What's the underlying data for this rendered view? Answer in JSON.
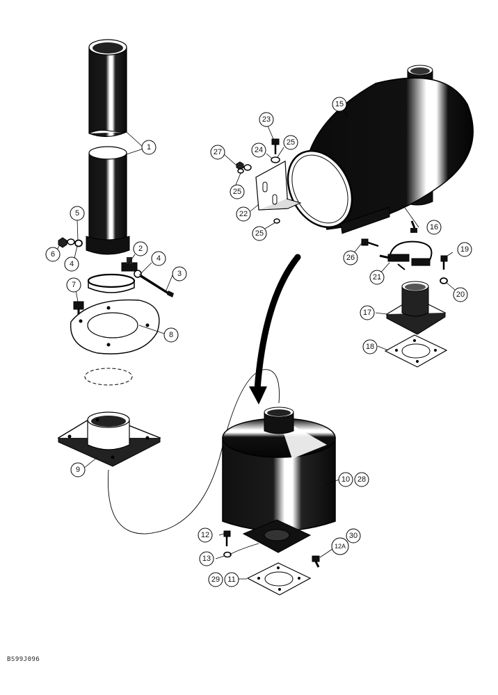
{
  "callouts": [
    {
      "id": "c1",
      "label": "1"
    },
    {
      "id": "c2",
      "label": "2"
    },
    {
      "id": "c3",
      "label": "3"
    },
    {
      "id": "c4a",
      "label": "4"
    },
    {
      "id": "c4b",
      "label": "4"
    },
    {
      "id": "c5",
      "label": "5"
    },
    {
      "id": "c6",
      "label": "6"
    },
    {
      "id": "c7",
      "label": "7"
    },
    {
      "id": "c8",
      "label": "8"
    },
    {
      "id": "c9",
      "label": "9"
    },
    {
      "id": "c10",
      "label": "10"
    },
    {
      "id": "c28",
      "label": "28"
    },
    {
      "id": "c11",
      "label": "11"
    },
    {
      "id": "c12",
      "label": "12"
    },
    {
      "id": "c12a",
      "label": "12A"
    },
    {
      "id": "c13",
      "label": "13"
    },
    {
      "id": "c15",
      "label": "15"
    },
    {
      "id": "c16",
      "label": "16"
    },
    {
      "id": "c17",
      "label": "17"
    },
    {
      "id": "c18",
      "label": "18"
    },
    {
      "id": "c19",
      "label": "19"
    },
    {
      "id": "c20",
      "label": "20"
    },
    {
      "id": "c21",
      "label": "21"
    },
    {
      "id": "c22",
      "label": "22"
    },
    {
      "id": "c23",
      "label": "23"
    },
    {
      "id": "c24",
      "label": "24"
    },
    {
      "id": "c25a",
      "label": "25"
    },
    {
      "id": "c25b",
      "label": "25"
    },
    {
      "id": "c25c",
      "label": "25"
    },
    {
      "id": "c26",
      "label": "26"
    },
    {
      "id": "c27",
      "label": "27"
    },
    {
      "id": "c29",
      "label": "29"
    },
    {
      "id": "c30",
      "label": "30"
    }
  ],
  "drawing_code": "BS99J096"
}
